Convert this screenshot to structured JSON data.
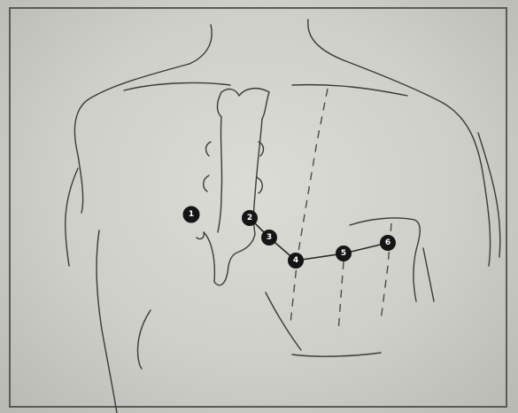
{
  "figure": {
    "markers": [
      {
        "label": "1"
      },
      {
        "label": "2"
      },
      {
        "label": "3"
      },
      {
        "label": "4"
      },
      {
        "label": "5"
      },
      {
        "label": "6"
      }
    ]
  },
  "colors": {
    "line": "#3a3a3a",
    "marker_fill": "#151515",
    "marker_text": "#ffffff",
    "paper": "#d6d6d0"
  }
}
